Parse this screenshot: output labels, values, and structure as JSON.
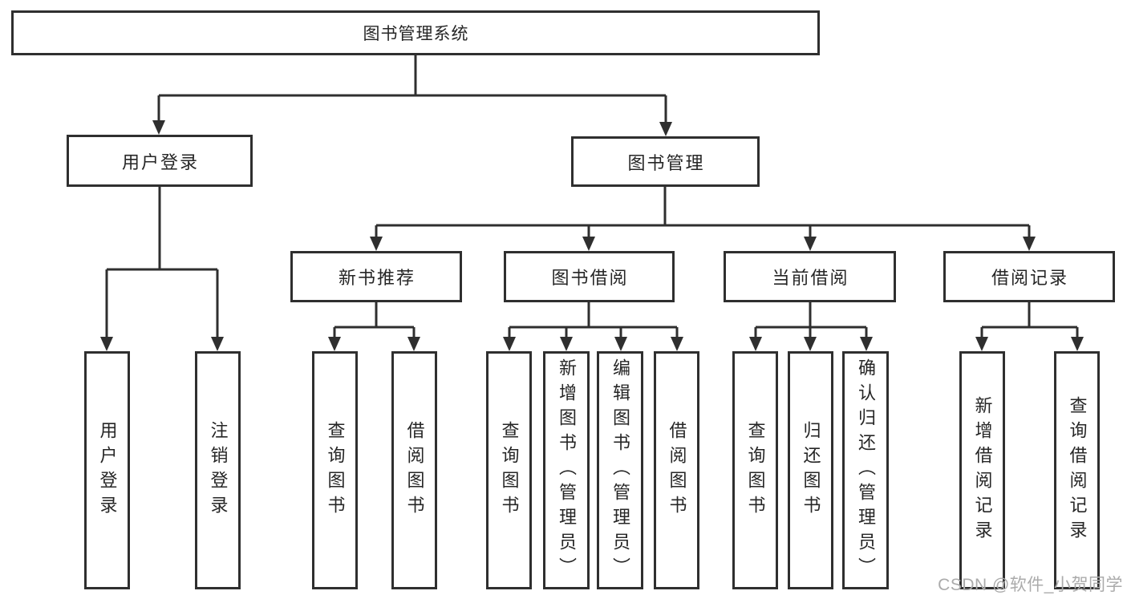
{
  "colors": {
    "line": "#2f2f2f",
    "text": "#262626",
    "watermark": "#ababab",
    "background": "#ffffff"
  },
  "tree": {
    "label": "图书管理系统",
    "children": [
      {
        "label": "用户登录",
        "children": [
          {
            "label": "用户登录"
          },
          {
            "label": "注销登录"
          }
        ]
      },
      {
        "label": "图书管理",
        "children": [
          {
            "label": "新书推荐",
            "children": [
              {
                "label": "查询图书"
              },
              {
                "label": "借阅图书"
              }
            ]
          },
          {
            "label": "图书借阅",
            "children": [
              {
                "label": "查询图书"
              },
              {
                "label": "新增图书（管理员）"
              },
              {
                "label": "编辑图书（管理员）"
              },
              {
                "label": "借阅图书"
              }
            ]
          },
          {
            "label": "当前借阅",
            "children": [
              {
                "label": "查询图书"
              },
              {
                "label": "归还图书"
              },
              {
                "label": "确认归还（管理员）"
              }
            ]
          },
          {
            "label": "借阅记录",
            "children": [
              {
                "label": "新增借阅记录"
              },
              {
                "label": "查询借阅记录"
              }
            ]
          }
        ]
      }
    ]
  },
  "watermark": {
    "text": "CSDN @软件_小贺同学"
  }
}
